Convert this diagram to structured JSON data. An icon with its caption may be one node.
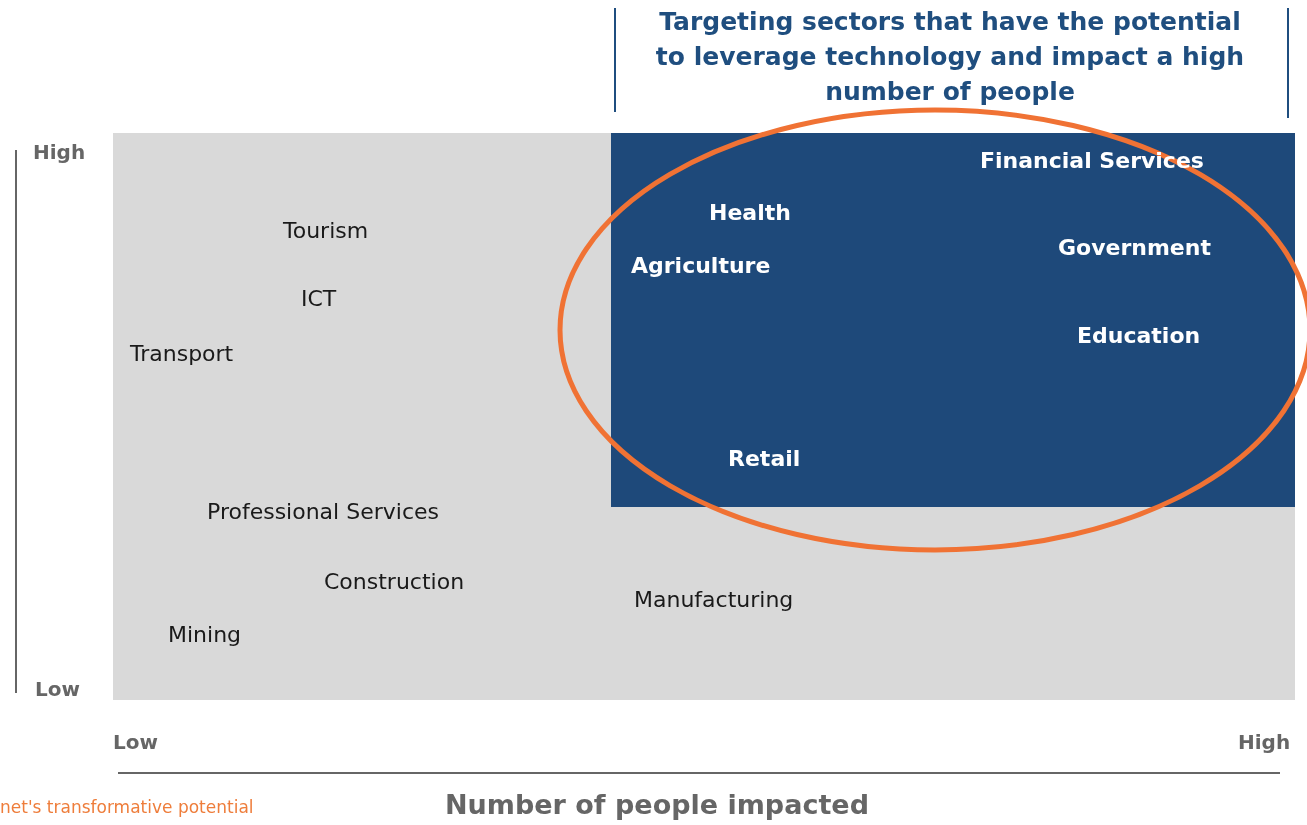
{
  "diagram": {
    "title": "Targeting sectors that have the potential to leverage technology and impact a high number of people",
    "nodes": [
      {
        "text": [
          "Tourism",
          "ICT",
          "Transport",
          "Professional Services",
          "Construction",
          "Manufacturing",
          "Mining"
        ]
      },
      {
        "text": [
          "Financial Services",
          "Health",
          "Government",
          "Agriculture",
          "Education",
          "Retail"
        ],
        "in": 0
      }
    ],
    "edges": [],
    "labels": [
      "High",
      "Low",
      "Low",
      "High",
      "net's transformative potential",
      "Number of people impacted"
    ]
  }
}
